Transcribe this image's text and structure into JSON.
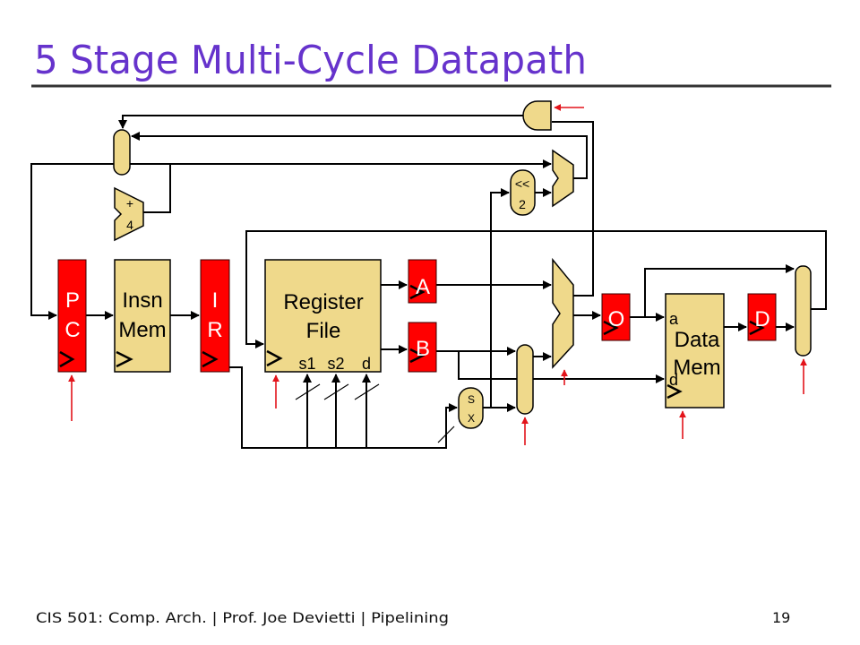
{
  "slide": {
    "title": "5 Stage Multi-Cycle Datapath",
    "footer": "CIS 501: Comp. Arch. | Prof. Joe Devietti | Pipelining",
    "page_number": "19"
  },
  "colors": {
    "title": "#6633CC",
    "rule": "#333333",
    "register": "#FF0000",
    "register_text": "#FFFFFF",
    "unit": "#EFD98B",
    "wire": "#000000",
    "control": "#E3141B"
  },
  "diagram": {
    "pc": [
      "P",
      "C"
    ],
    "insn_mem": [
      "Insn",
      "Mem"
    ],
    "ir": [
      "I",
      "R"
    ],
    "register_file": {
      "name": [
        "Register",
        "File"
      ],
      "ports": [
        "s1",
        "s2",
        "d"
      ]
    },
    "reg_a": "A",
    "reg_b": "B",
    "reg_o": "O",
    "reg_d": "D",
    "data_mem": {
      "name": [
        "Data",
        "Mem"
      ],
      "addr_port": "a",
      "data_port": "d"
    },
    "pc_adder": [
      "+",
      "4"
    ],
    "shifter": [
      "<<",
      "2"
    ],
    "sign_extend": [
      "S",
      "X"
    ]
  }
}
